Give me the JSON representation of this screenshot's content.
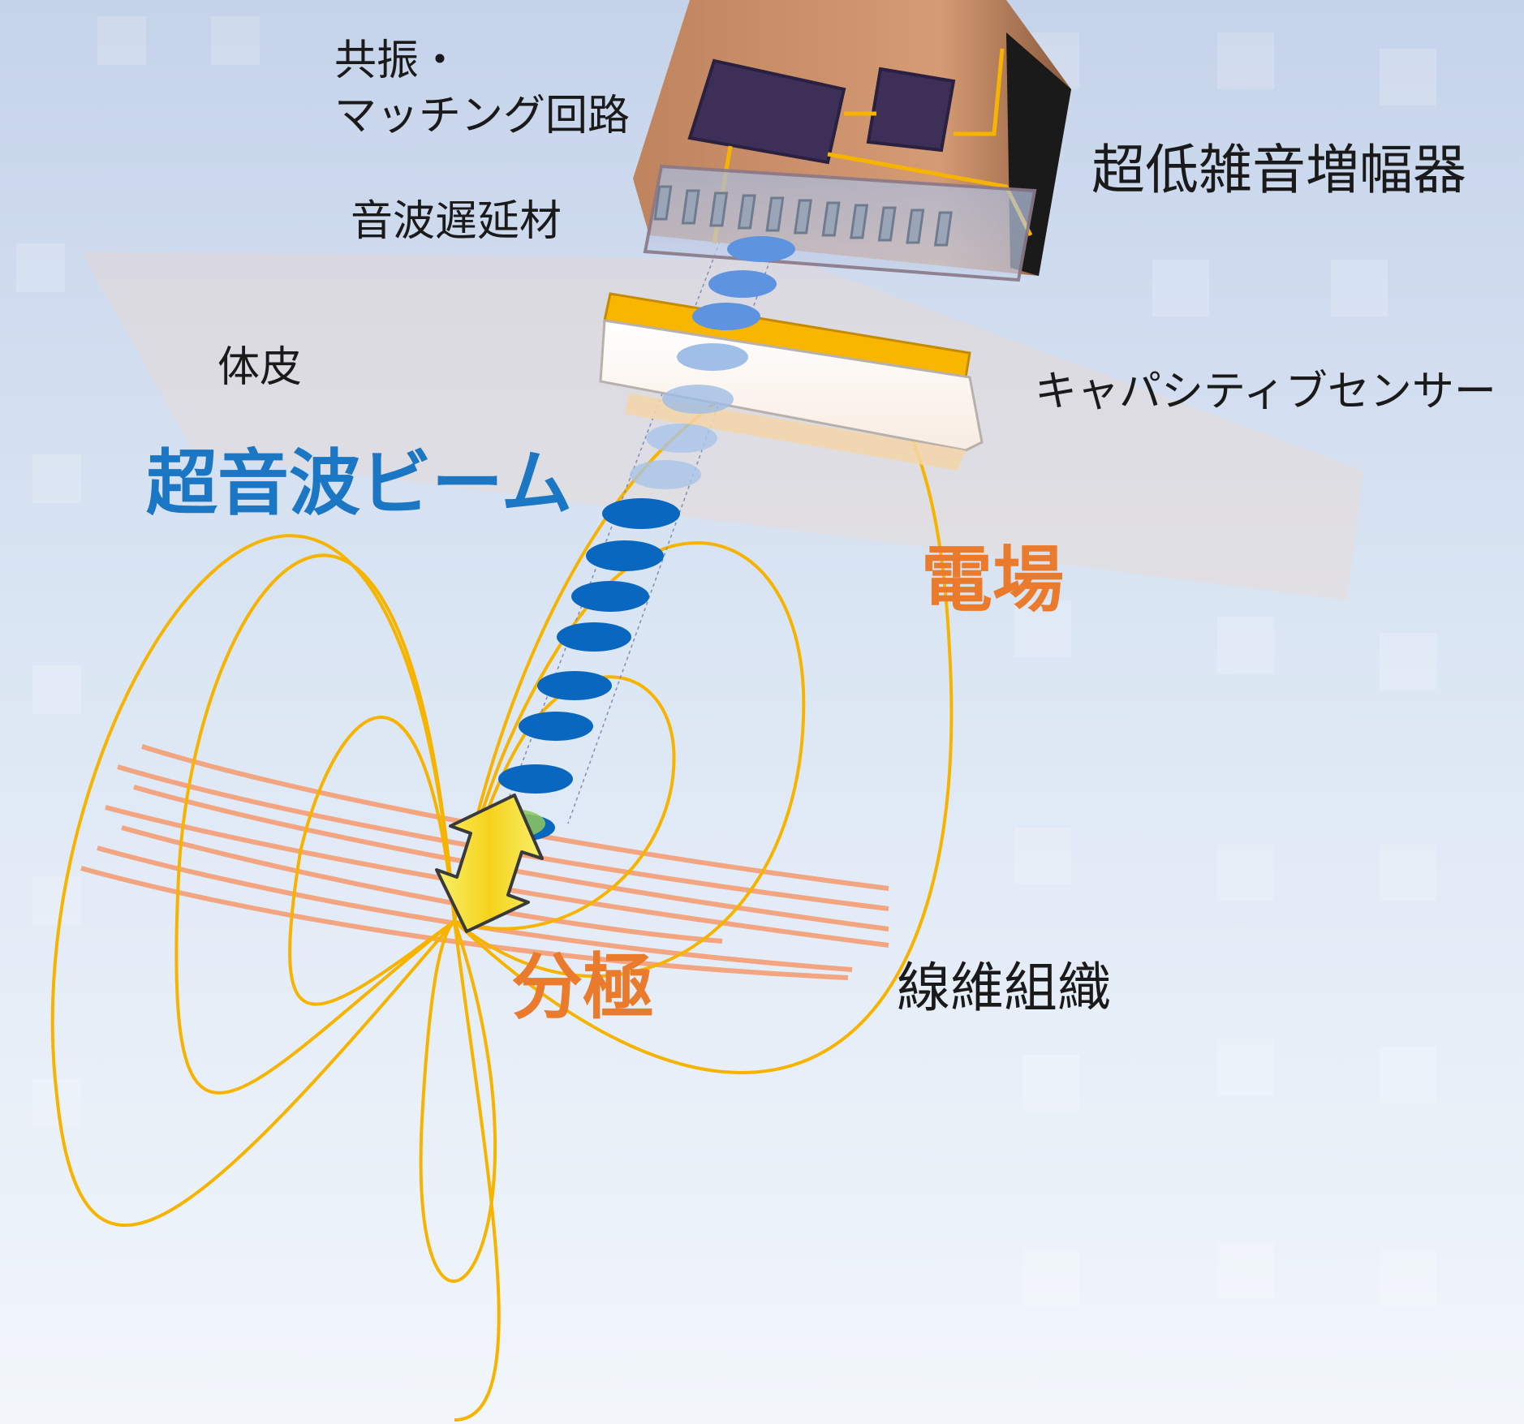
{
  "labels": {
    "resonance_line1": "共振・",
    "resonance_line2": "マッチング回路",
    "amplifier": "超低雑音増幅器",
    "acoustic_delay": "音波遅延材",
    "skin": "体皮",
    "capacitive_sensor": "キャパシティブセンサー",
    "ultrasound_beam": "超音波ビーム",
    "electric_field": "電場",
    "polarization": "分極",
    "fibrous_tissue": "線維組織"
  },
  "colors": {
    "field_line": "#f6b400",
    "fiber": "#f3a27a",
    "beam_blue": "#0a67bf",
    "beam_light": "#8fb4e3",
    "housing": "#c98a63",
    "chip": "#3e2f58",
    "polarization_arrow": "#f7e740",
    "background_top": "#c7d5ec",
    "background_bottom": "#eef4fb"
  },
  "icons": {
    "polarization_arrow": "double-headed-arrow-icon",
    "sensor_probe": "probe-housing-icon"
  }
}
